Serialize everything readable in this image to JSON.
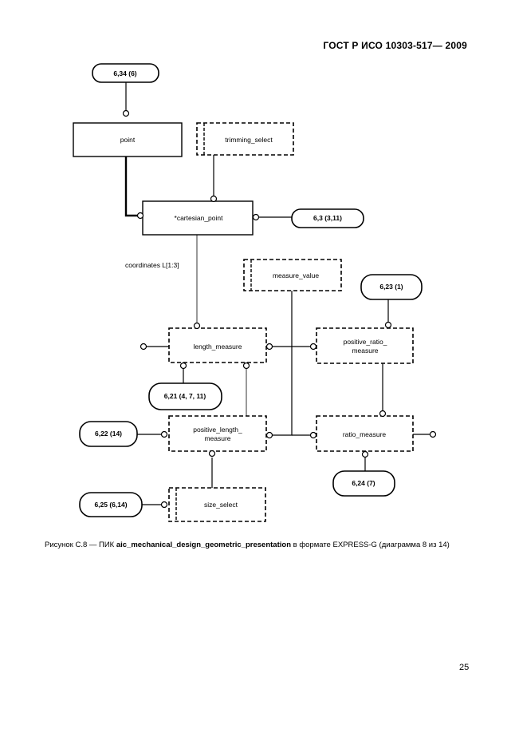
{
  "header": {
    "standard_code": "ГОСТ Р ИСО 10303-517— 2009"
  },
  "diagram": {
    "refs": {
      "ref_top": "6,34 (6)",
      "ref_cp": "6,3 (3,11)",
      "ref_623": "6,23 (1)",
      "ref_621": "6,21 (4, 7, 11)",
      "ref_622": "6,22 (14)",
      "ref_624": "6,24 (7)",
      "ref_625": "6,25 (6,14)"
    },
    "entities": {
      "point": "point",
      "cartesian_point": "*cartesian_point"
    },
    "types": {
      "trimming_select": "trimming_select",
      "measure_value": "measure_value",
      "length_measure": "length_measure",
      "positive_ratio_measure_1": "positive_ratio_",
      "positive_ratio_measure_2": "measure",
      "positive_length_measure_1": "positive_length_",
      "positive_length_measure_2": "measure",
      "ratio_measure": "ratio_measure",
      "size_select": "size_select"
    },
    "attribute_label": "coordinates L[1:3]"
  },
  "caption": {
    "prefix": "Рисунок С.8 — ПИК",
    "schema": "aic_mechanical_design_geometric_presentation",
    "suffix": "в формате EXPRESS-G (диаграмма 8 из 14)"
  },
  "page_number": "25"
}
